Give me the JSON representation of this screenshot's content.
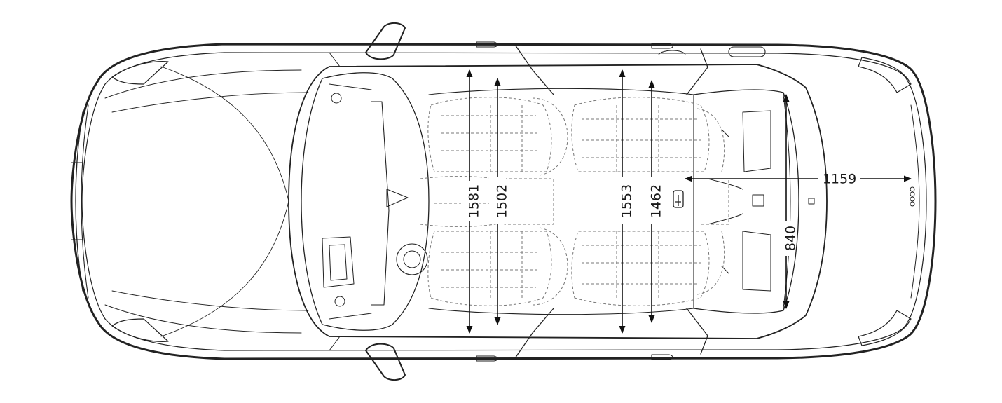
{
  "dimensions": {
    "front_shoulder_width": "1581",
    "front_elbow_width": "1502",
    "rear_shoulder_width": "1553",
    "rear_elbow_width": "1462",
    "trunk_length": "1159",
    "trunk_width": "840"
  },
  "colors": {
    "line": "#222222",
    "dashed": "#777777",
    "background": "#ffffff"
  }
}
